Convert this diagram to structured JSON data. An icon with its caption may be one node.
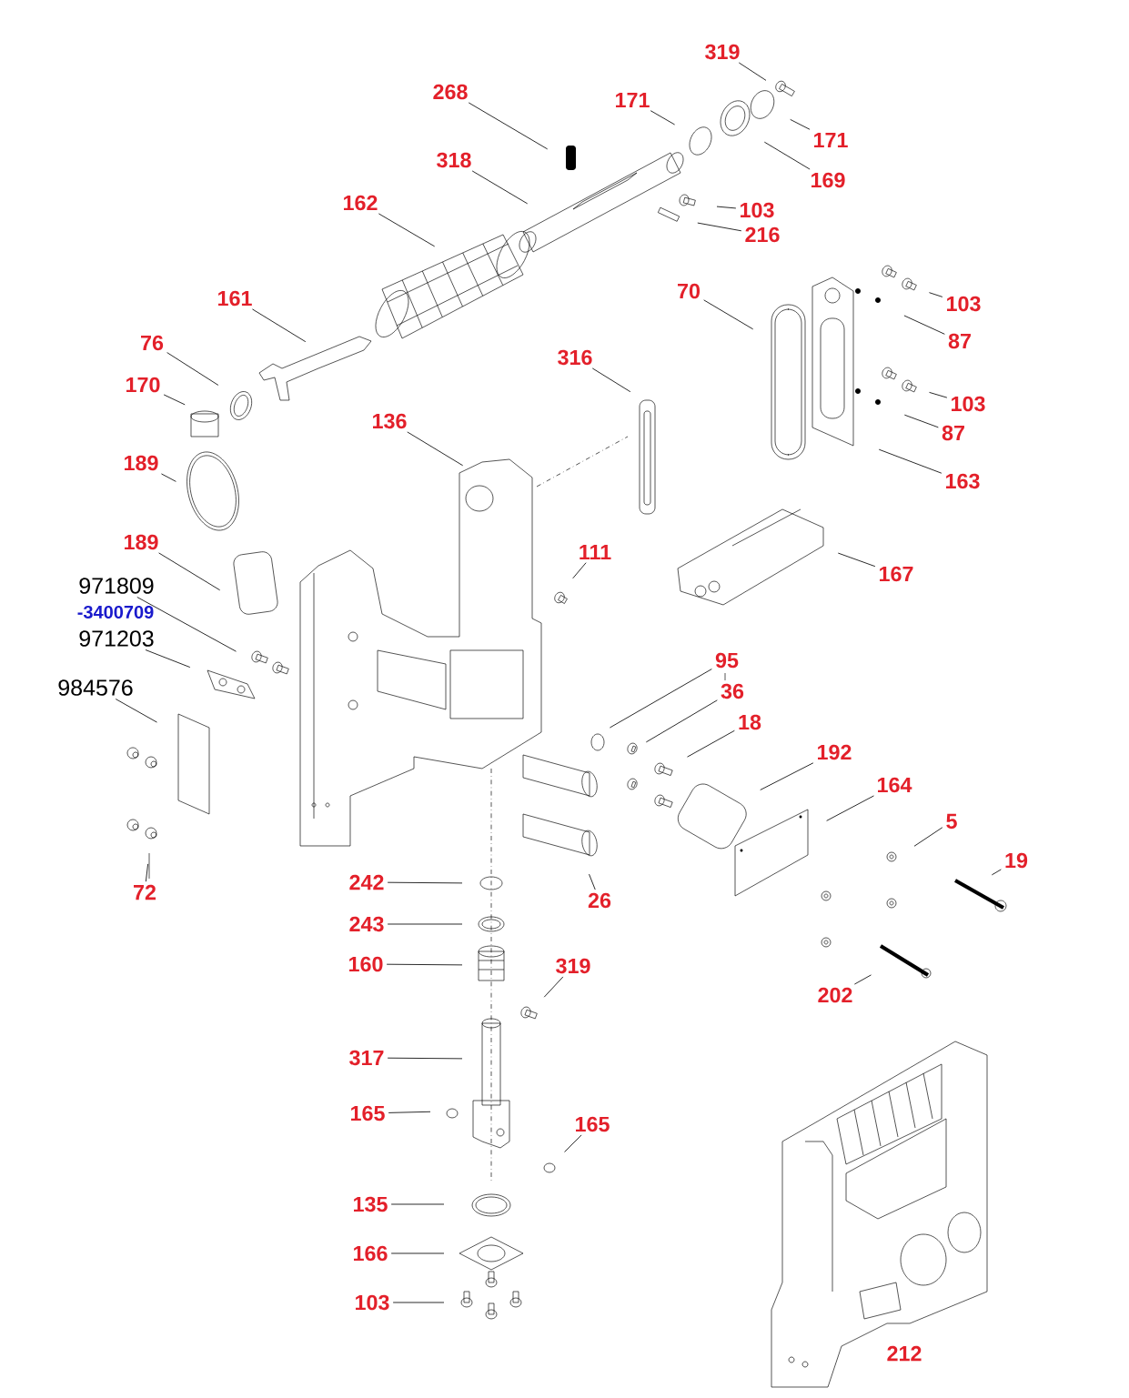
{
  "diagram": {
    "nodes": [
      {
        "text": [
          "319"
        ]
      },
      {
        "text": [
          "268"
        ]
      },
      {
        "text": [
          "171"
        ]
      },
      {
        "text": [
          "171"
        ]
      },
      {
        "text": [
          "318"
        ]
      },
      {
        "text": [
          "169"
        ]
      },
      {
        "text": [
          "103"
        ]
      },
      {
        "text": [
          "216"
        ]
      },
      {
        "text": [
          "162"
        ]
      },
      {
        "text": [
          "103"
        ]
      },
      {
        "text": [
          "70"
        ]
      },
      {
        "text": [
          "161"
        ]
      },
      {
        "text": [
          "87"
        ]
      },
      {
        "text": [
          "76"
        ]
      },
      {
        "text": [
          "316"
        ]
      },
      {
        "text": [
          "170"
        ]
      },
      {
        "text": [
          "103"
        ]
      },
      {
        "text": [
          "136"
        ]
      },
      {
        "text": [
          "87"
        ]
      },
      {
        "text": [
          "189"
        ]
      },
      {
        "text": [
          "163"
        ]
      },
      {
        "text": [
          "189"
        ]
      },
      {
        "text": [
          "111"
        ]
      },
      {
        "text": [
          "167"
        ]
      },
      {
        "text": [
          "971809"
        ]
      },
      {
        "text": [
          "971203"
        ]
      },
      {
        "text": [
          "95"
        ]
      },
      {
        "text": [
          "984576"
        ]
      },
      {
        "text": [
          "36"
        ]
      },
      {
        "text": [
          "18"
        ]
      },
      {
        "text": [
          "192"
        ]
      },
      {
        "text": [
          "164"
        ]
      },
      {
        "text": [
          "5"
        ]
      },
      {
        "text": [
          "19"
        ]
      },
      {
        "text": [
          "242"
        ]
      },
      {
        "text": [
          "72"
        ]
      },
      {
        "text": [
          "26"
        ]
      },
      {
        "text": [
          "243"
        ]
      },
      {
        "text": [
          "160"
        ]
      },
      {
        "text": [
          "319"
        ]
      },
      {
        "text": [
          "202"
        ]
      },
      {
        "text": [
          "317"
        ]
      },
      {
        "text": [
          "165"
        ]
      },
      {
        "text": [
          "165"
        ]
      },
      {
        "text": [
          "135"
        ]
      },
      {
        "text": [
          "166"
        ]
      },
      {
        "text": [
          "103"
        ]
      }
    ],
    "edges": [
      {
        "from": 0,
        "to": null,
        "arrow": "none"
      },
      {
        "from": 1,
        "to": null,
        "arrow": "none"
      },
      {
        "from": 2,
        "to": null,
        "arrow": "none"
      },
      {
        "from": 3,
        "to": null,
        "arrow": "none"
      },
      {
        "from": 4,
        "to": null,
        "arrow": "none"
      },
      {
        "from": 5,
        "to": null,
        "arrow": "none"
      },
      {
        "from": 6,
        "to": null,
        "arrow": "none"
      },
      {
        "from": 7,
        "to": null,
        "arrow": "none"
      },
      {
        "from": 8,
        "to": null,
        "arrow": "none"
      },
      {
        "from": 9,
        "to": null,
        "arrow": "none"
      },
      {
        "from": 10,
        "to": null,
        "arrow": "none"
      },
      {
        "from": 11,
        "to": null,
        "arrow": "none"
      },
      {
        "from": 12,
        "to": null,
        "arrow": "none"
      },
      {
        "from": 13,
        "to": null,
        "arrow": "none"
      },
      {
        "from": 14,
        "to": null,
        "arrow": "none"
      },
      {
        "from": 15,
        "to": null,
        "arrow": "none"
      },
      {
        "from": 16,
        "to": null,
        "arrow": "none"
      },
      {
        "from": 17,
        "to": null,
        "arrow": "none"
      },
      {
        "from": 18,
        "to": null,
        "arrow": "none"
      },
      {
        "from": 19,
        "to": null,
        "arrow": "none"
      },
      {
        "from": 20,
        "to": null,
        "arrow": "none"
      },
      {
        "from": 21,
        "to": null,
        "arrow": "none"
      },
      {
        "from": 22,
        "to": null,
        "arrow": "none"
      },
      {
        "from": 23,
        "to": null,
        "arrow": "none"
      },
      {
        "from": 24,
        "to": null,
        "arrow": "none"
      },
      {
        "from": 25,
        "to": null,
        "arrow": "none"
      },
      {
        "from": 26,
        "to": null,
        "arrow": "none"
      },
      {
        "from": 27,
        "to": null,
        "arrow": "none"
      },
      {
        "from": 28,
        "to": null,
        "arrow": "none"
      },
      {
        "from": 29,
        "to": null,
        "arrow": "none"
      },
      {
        "from": 30,
        "to": null,
        "arrow": "none"
      },
      {
        "from": 31,
        "to": null,
        "arrow": "none"
      },
      {
        "from": 32,
        "to": null,
        "arrow": "none"
      },
      {
        "from": 33,
        "to": null,
        "arrow": "none"
      },
      {
        "from": 34,
        "to": null,
        "arrow": "none"
      },
      {
        "from": 35,
        "to": null,
        "arrow": "none"
      },
      {
        "from": 36,
        "to": null,
        "arrow": "none"
      },
      {
        "from": 37,
        "to": null,
        "arrow": "none"
      },
      {
        "from": 38,
        "to": null,
        "arrow": "none"
      },
      {
        "from": 39,
        "to": null,
        "arrow": "none"
      },
      {
        "from": 40,
        "to": null,
        "arrow": "none"
      },
      {
        "from": 41,
        "to": null,
        "arrow": "none"
      },
      {
        "from": 42,
        "to": null,
        "arrow": "none"
      },
      {
        "from": 43,
        "to": null,
        "arrow": "none"
      },
      {
        "from": 44,
        "to": null,
        "arrow": "none"
      },
      {
        "from": 45,
        "to": null,
        "arrow": "none"
      },
      {
        "from": 46,
        "to": null,
        "arrow": "none"
      }
    ],
    "labels": [
      "-3400709",
      "212"
    ]
  }
}
